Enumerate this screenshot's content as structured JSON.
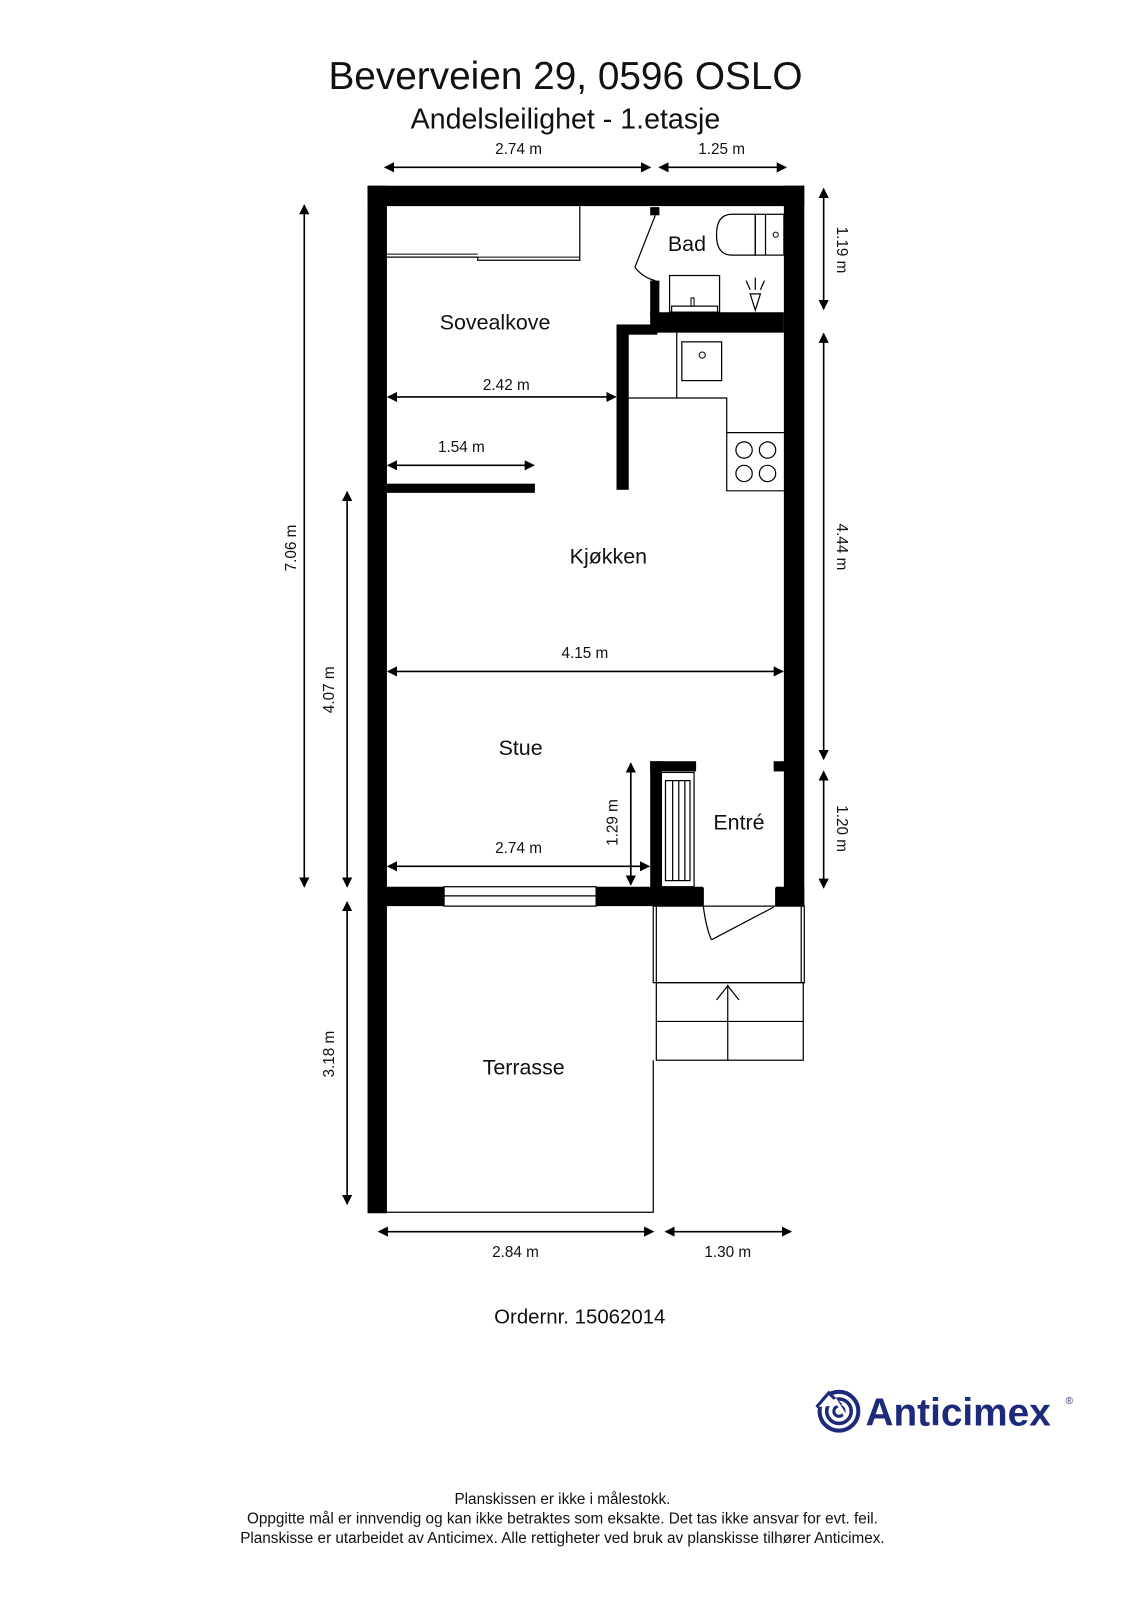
{
  "header": {
    "title": "Beverveien 29, 0596 OSLO",
    "subtitle": "Andelsleilighet  - 1.etasje"
  },
  "rooms": {
    "bad": "Bad",
    "sovealkove": "Sovealkove",
    "kjokken": "Kjøkken",
    "stue": "Stue",
    "entre": "Entré",
    "terrasse": "Terrasse"
  },
  "dimensions": {
    "top_left": "2.74 m",
    "top_right": "1.25 m",
    "right_bad": "1.19 m",
    "right_kitchen": "4.44 m",
    "right_entre": "1.20 m",
    "left_total": "7.06 m",
    "left_stue": "4.07 m",
    "left_terrasse": "3.18 m",
    "sovealkove_width": "2.42 m",
    "partition_width": "1.54 m",
    "kitchen_width": "4.15 m",
    "stue_width": "2.74 m",
    "stue_depth": "1.29 m",
    "bottom_left": "2.84 m",
    "bottom_right": "1.30 m"
  },
  "order": {
    "label": "Ordernr. 15062014"
  },
  "logo": {
    "brand": "Anticimex",
    "registered": "®",
    "color": "#1d2a7a"
  },
  "footer": {
    "line1": "Planskissen er ikke i målestokk.",
    "line2": "Oppgitte mål er innvendig og kan ikke betraktes som eksakte. Det tas ikke ansvar for evt. feil.",
    "line3": "Planskisse er utarbeidet av Anticimex. Alle rettigheter ved bruk av planskisse tilhører Anticimex."
  }
}
